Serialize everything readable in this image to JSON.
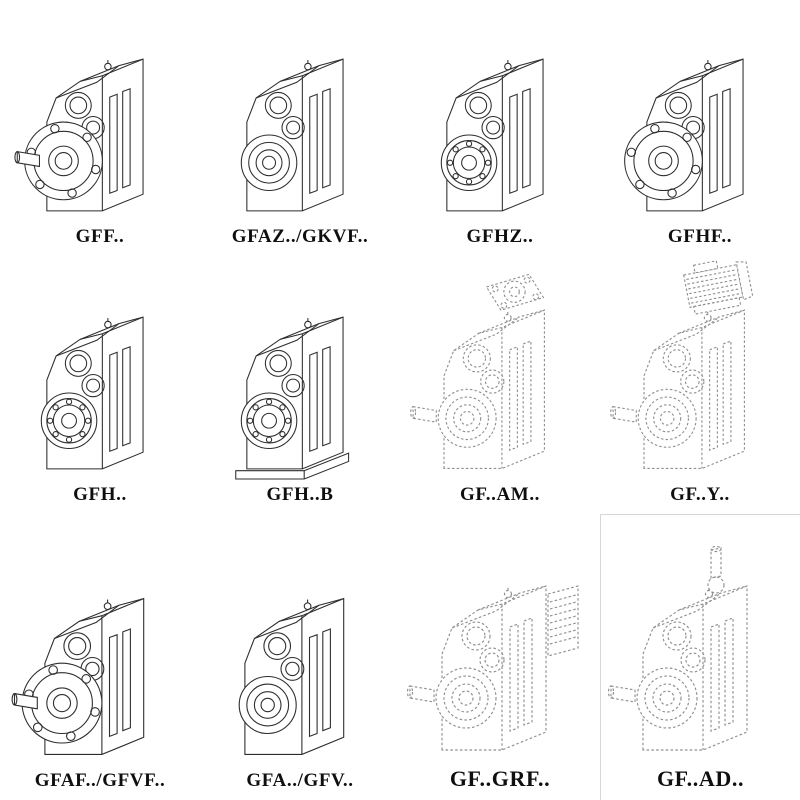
{
  "catalog": {
    "items": [
      {
        "label": "GFF.."
      },
      {
        "label": "GFAZ../GKVF.."
      },
      {
        "label": "GFHZ.."
      },
      {
        "label": "GFHF.."
      },
      {
        "label": "GFH.."
      },
      {
        "label": "GFH..B"
      },
      {
        "label": "GF..AM.."
      },
      {
        "label": "GF..Y.."
      },
      {
        "label": "GFAF../GFVF.."
      },
      {
        "label": "GFA../GFV.."
      },
      {
        "label": "GF..GRF.."
      },
      {
        "label": "GF..AD.."
      }
    ]
  }
}
